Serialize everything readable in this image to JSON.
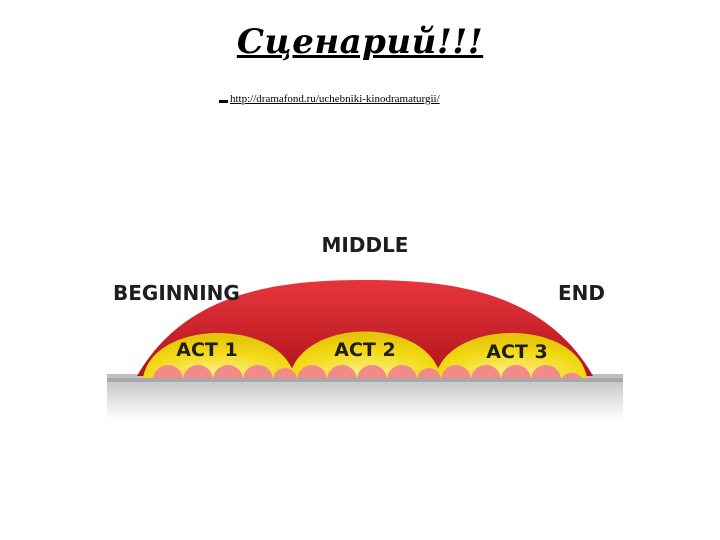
{
  "slide": {
    "title": "Сценарий!!!",
    "link": "http://dramafond.ru/uchebniki-kinodramaturgii/"
  },
  "diagram": {
    "labels": {
      "middle": "MIDDLE",
      "beginning": "BEGINNING",
      "end": "END",
      "act1": "ACT 1",
      "act2": "ACT 2",
      "act3": "ACT 3"
    },
    "colors": {
      "dome": "#d4202a",
      "dome_dark": "#9e1218",
      "acts": "#f2d915",
      "acts_highlight": "#fbf08a",
      "scallops": "#f28a8a",
      "ground": "#c9c9c9",
      "label": "#1e1e1e"
    }
  }
}
